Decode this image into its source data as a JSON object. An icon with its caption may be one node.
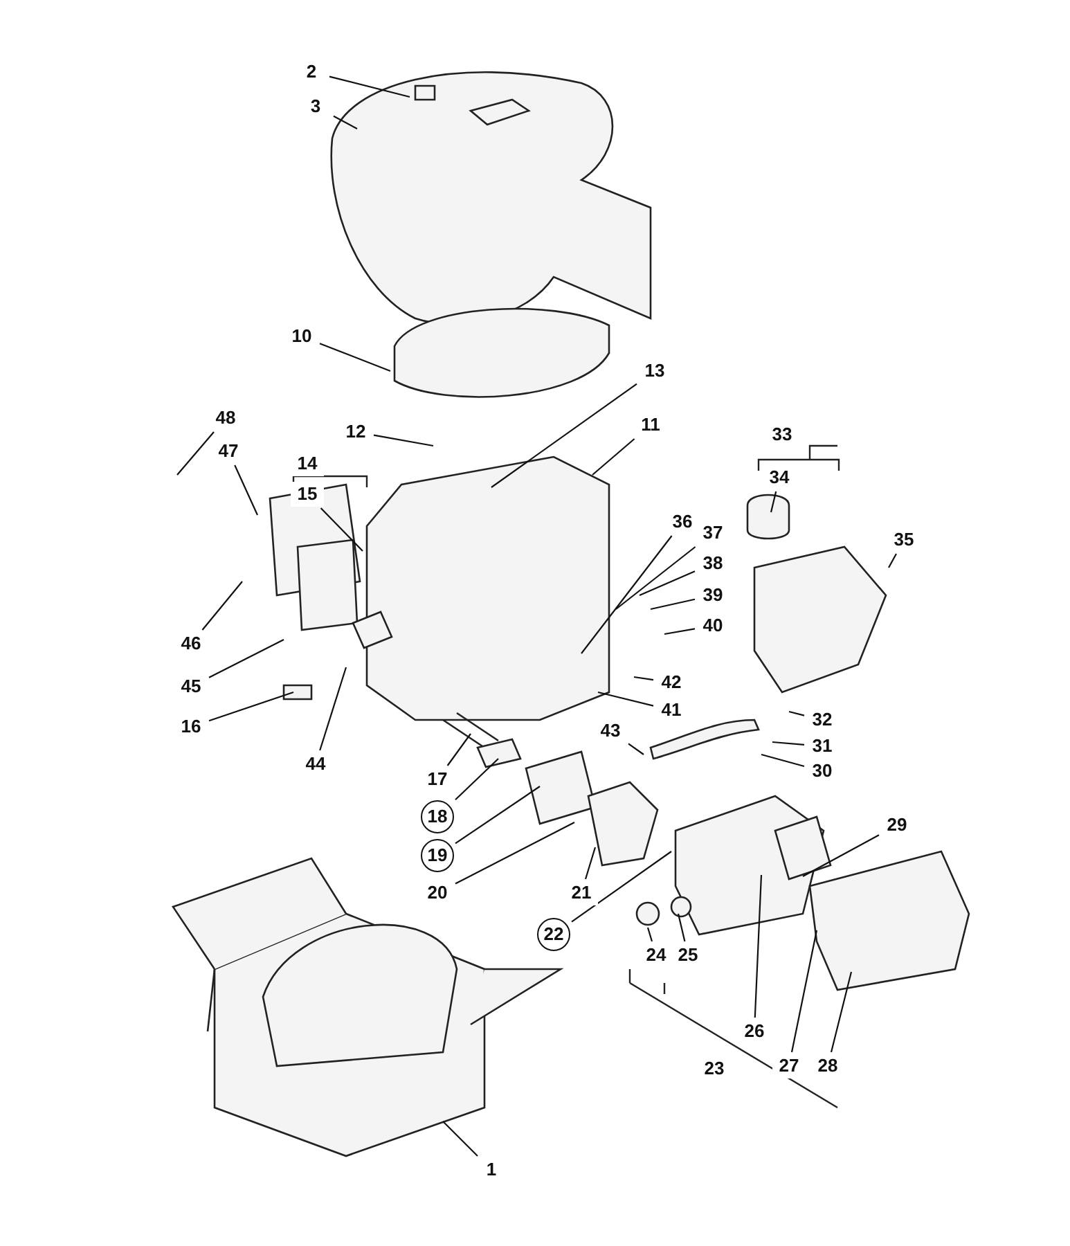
{
  "diagram": {
    "nodes": [
      {
        "text": [
          "2"
        ]
      },
      {
        "text": [
          "3"
        ]
      },
      {
        "text": [
          "10"
        ]
      },
      {
        "text": [
          "13"
        ]
      },
      {
        "text": [
          "12"
        ]
      },
      {
        "text": [
          "11"
        ]
      },
      {
        "text": [
          "48"
        ]
      },
      {
        "text": [
          "47"
        ]
      },
      {
        "text": [
          "14"
        ]
      },
      {
        "text": [
          "15"
        ]
      },
      {
        "text": [
          "33"
        ]
      },
      {
        "text": [
          "34"
        ]
      },
      {
        "text": [
          "35"
        ]
      },
      {
        "text": [
          "36"
        ]
      },
      {
        "text": [
          "37"
        ]
      },
      {
        "text": [
          "38"
        ]
      },
      {
        "text": [
          "39"
        ]
      },
      {
        "text": [
          "40"
        ]
      },
      {
        "text": [
          "42"
        ]
      },
      {
        "text": [
          "41"
        ]
      },
      {
        "text": [
          "46"
        ]
      },
      {
        "text": [
          "45"
        ]
      },
      {
        "text": [
          "16"
        ]
      },
      {
        "text": [
          "44"
        ]
      },
      {
        "text": [
          "17"
        ]
      },
      {
        "text": [
          "18"
        ]
      },
      {
        "text": [
          "19"
        ]
      },
      {
        "text": [
          "20"
        ]
      },
      {
        "text": [
          "21"
        ]
      },
      {
        "text": [
          "22"
        ]
      },
      {
        "text": [
          "43"
        ]
      },
      {
        "text": [
          "32"
        ]
      },
      {
        "text": [
          "31"
        ]
      },
      {
        "text": [
          "30"
        ]
      },
      {
        "text": [
          "29"
        ]
      },
      {
        "text": [
          "24"
        ]
      },
      {
        "text": [
          "25"
        ]
      },
      {
        "text": [
          "26"
        ]
      },
      {
        "text": [
          "27"
        ]
      },
      {
        "text": [
          "28"
        ]
      },
      {
        "text": [
          "23"
        ]
      },
      {
        "text": [
          "1"
        ]
      }
    ],
    "edges": [
      {
        "from": 0,
        "to": null,
        "arrow": "none"
      },
      {
        "from": 1,
        "to": null,
        "arrow": "none"
      },
      {
        "from": 2,
        "to": null,
        "arrow": "none"
      },
      {
        "from": 3,
        "to": null,
        "arrow": "none"
      },
      {
        "from": 4,
        "to": null,
        "arrow": "none"
      },
      {
        "from": 5,
        "to": null,
        "arrow": "none"
      },
      {
        "from": 6,
        "to": null,
        "arrow": "none"
      },
      {
        "from": 7,
        "to": null,
        "arrow": "none"
      },
      {
        "from": 9,
        "to": null,
        "arrow": "none"
      },
      {
        "from": 11,
        "to": null,
        "arrow": "none"
      },
      {
        "from": 12,
        "to": null,
        "arrow": "none"
      },
      {
        "from": 13,
        "to": null,
        "arrow": "none"
      },
      {
        "from": 14,
        "to": null,
        "arrow": "none"
      },
      {
        "from": 15,
        "to": null,
        "arrow": "none"
      },
      {
        "from": 16,
        "to": null,
        "arrow": "none"
      },
      {
        "from": 17,
        "to": null,
        "arrow": "none"
      },
      {
        "from": 18,
        "to": null,
        "arrow": "none"
      },
      {
        "from": 19,
        "to": null,
        "arrow": "none"
      },
      {
        "from": 20,
        "to": null,
        "arrow": "none"
      },
      {
        "from": 21,
        "to": null,
        "arrow": "none"
      },
      {
        "from": 22,
        "to": null,
        "arrow": "none"
      },
      {
        "from": 23,
        "to": null,
        "arrow": "none"
      },
      {
        "from": 24,
        "to": null,
        "arrow": "none"
      },
      {
        "from": 25,
        "to": null,
        "arrow": "none"
      },
      {
        "from": 26,
        "to": null,
        "arrow": "none"
      },
      {
        "from": 27,
        "to": null,
        "arrow": "none"
      },
      {
        "from": 28,
        "to": null,
        "arrow": "none"
      },
      {
        "from": 29,
        "to": null,
        "arrow": "none"
      },
      {
        "from": 30,
        "to": null,
        "arrow": "none"
      },
      {
        "from": 31,
        "to": null,
        "arrow": "none"
      },
      {
        "from": 32,
        "to": null,
        "arrow": "none"
      },
      {
        "from": 33,
        "to": null,
        "arrow": "none"
      },
      {
        "from": 34,
        "to": null,
        "arrow": "none"
      },
      {
        "from": 35,
        "to": null,
        "arrow": "none"
      },
      {
        "from": 36,
        "to": null,
        "arrow": "none"
      },
      {
        "from": 37,
        "to": null,
        "arrow": "none"
      },
      {
        "from": 38,
        "to": null,
        "arrow": "none"
      },
      {
        "from": 39,
        "to": null,
        "arrow": "none"
      },
      {
        "from": 41,
        "to": null,
        "arrow": "none"
      }
    ]
  }
}
